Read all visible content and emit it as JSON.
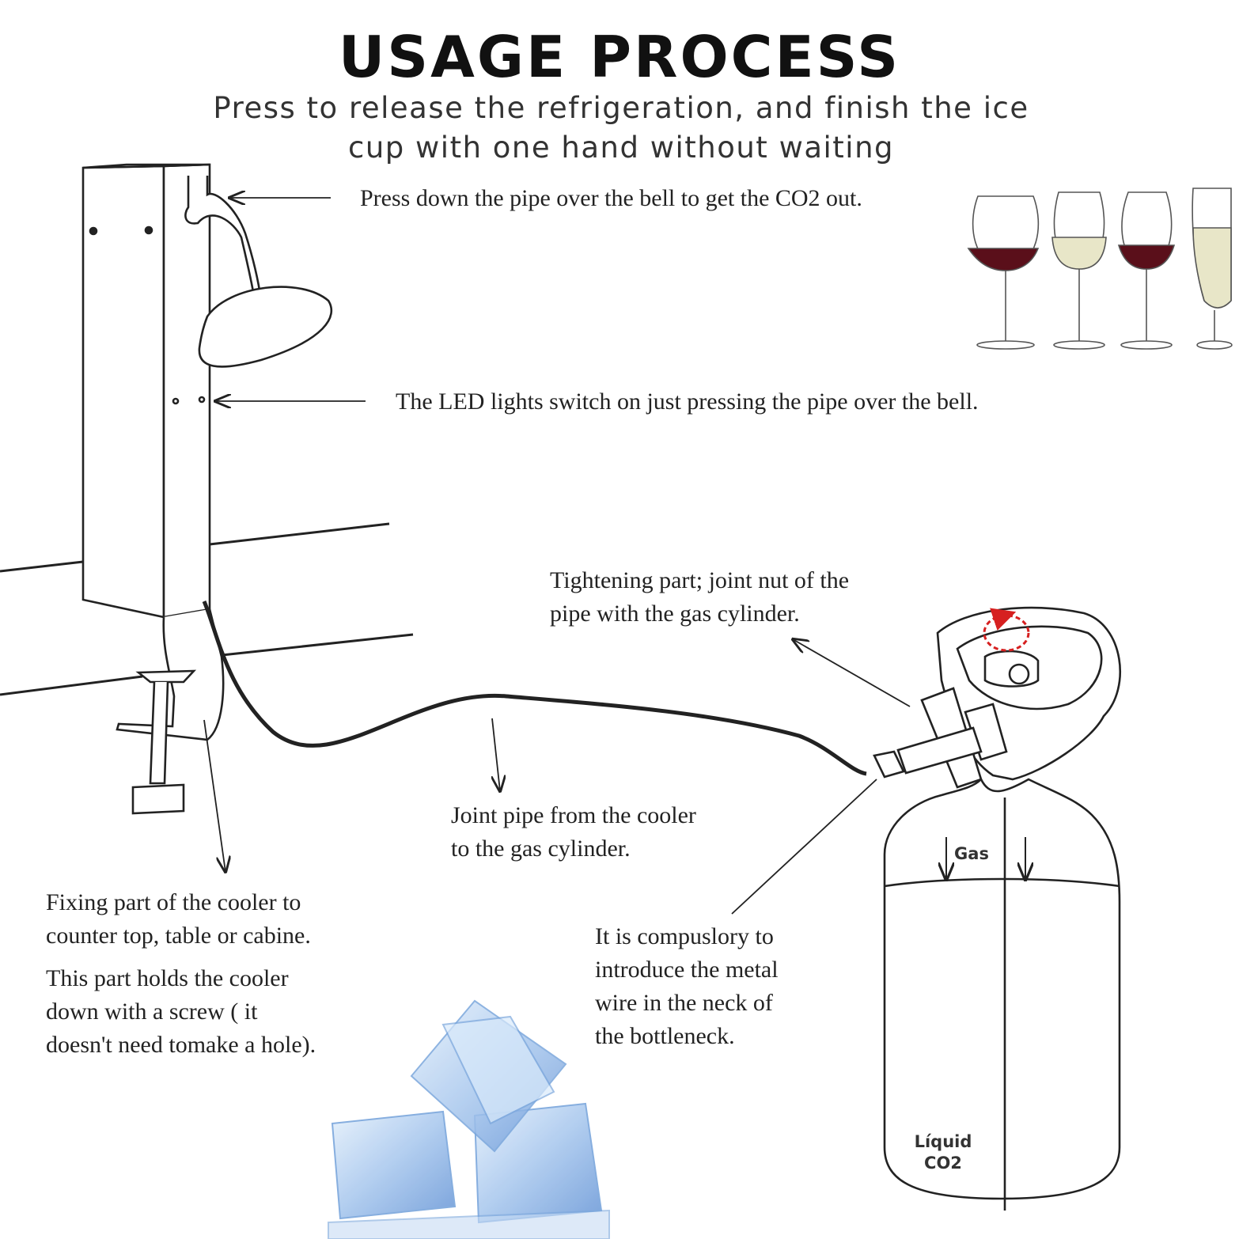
{
  "header": {
    "title": "USAGE PROCESS",
    "subtitle_line1": "Press to release the refrigeration, and finish the ice",
    "subtitle_line2": "cup with one hand without waiting"
  },
  "callouts": {
    "pipe_bell": "Press down the pipe over the bell to get the CO2 out.",
    "led": "The LED lights switch on just pressing the pipe over the bell.",
    "tightening_line1": "Tightening part; joint nut of the",
    "tightening_line2": "pipe with the gas cylinder.",
    "joint_pipe_line1": "Joint pipe from the cooler",
    "joint_pipe_line2": "to the gas cylinder.",
    "fixing_line1": "Fixing part of the cooler to",
    "fixing_line2": "counter top, table or cabine.",
    "holds_line1": "This part holds the cooler",
    "holds_line2": "down with a screw ( it",
    "holds_line3": "doesn't need tomake a hole).",
    "wire_line1": "It is compuslory to",
    "wire_line2": "introduce the metal",
    "wire_line3": "wire in the neck of",
    "wire_line4": "the bottleneck."
  },
  "cylinder": {
    "gas_label": "Gas",
    "liquid_line1": "Líquid",
    "liquid_line2": "CO2"
  },
  "colors": {
    "line": "#222222",
    "red_wine": "#5a0f1a",
    "white_wine": "#e8e6c8",
    "ice": "#a9c8ee",
    "rotation_arrow": "#d62020"
  }
}
